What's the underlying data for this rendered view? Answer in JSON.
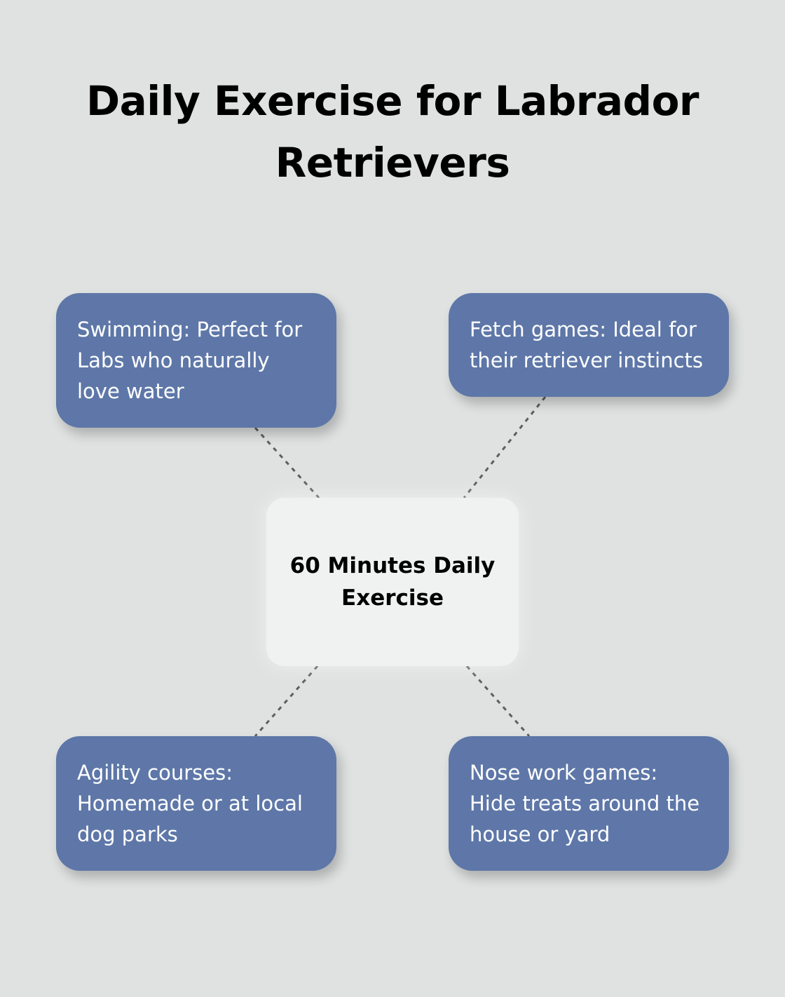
{
  "title": "Daily Exercise for Labrador Retrievers",
  "center": {
    "label": "60 Minutes Daily Exercise"
  },
  "nodes": {
    "top_left": "Swimming: Perfect for Labs who naturally love water",
    "top_right": "Fetch games: Ideal for their retriever instincts",
    "bottom_left": "Agility courses: Homemade or at local dog parks",
    "bottom_right": "Nose work games: Hide treats around the house or yard"
  },
  "colors": {
    "background": "#dfe2e1",
    "node_fill": "#5e77a8",
    "center_fill": "#f0f2f1",
    "connector": "#5c5f60"
  }
}
